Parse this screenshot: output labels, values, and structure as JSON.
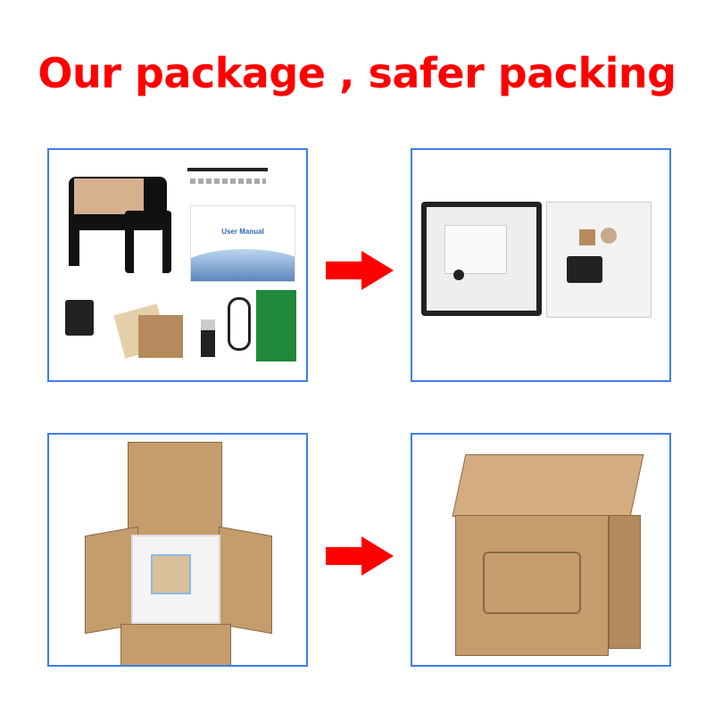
{
  "title": "Our package , safer packing",
  "panels": [
    {
      "name": "contents",
      "manual_label": "User Manual"
    },
    {
      "name": "foam-packing"
    },
    {
      "name": "open-box"
    },
    {
      "name": "closed-box"
    }
  ],
  "colors": {
    "title": "#ff0000",
    "frame": "#3d7fe6",
    "arrow": "#ff0000",
    "cardboard": "#c59c6c"
  }
}
